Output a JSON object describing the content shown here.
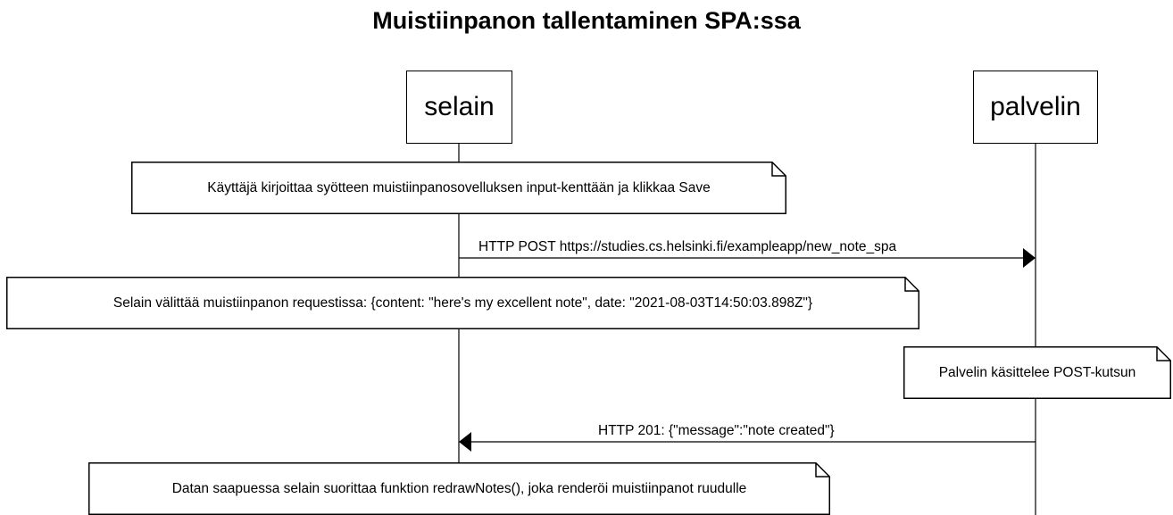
{
  "title": "Muistiinpanon tallentaminen SPA:ssa",
  "participants": [
    {
      "name": "selain"
    },
    {
      "name": "palvelin"
    }
  ],
  "notes": [
    {
      "text": "Käyttäjä kirjoittaa syötteen muistiinpanosovelluksen input-kenttään ja klikkaa Save"
    },
    {
      "text": "Selain välittää muistiinpanon requestissa: {content: \"here's my excellent note\", date: \"2021-08-03T14:50:03.898Z\"}"
    },
    {
      "text": "Palvelin käsittelee POST-kutsun"
    },
    {
      "text": "Datan saapuessa selain suorittaa funktion redrawNotes(), joka renderöi muistiinpanot ruudulle"
    }
  ],
  "messages": [
    {
      "label": "HTTP POST  https://studies.cs.helsinki.fi/exampleapp/new_note_spa",
      "from": "selain",
      "to": "palvelin"
    },
    {
      "label": "HTTP 201: {\"message\":\"note created\"}",
      "from": "palvelin",
      "to": "selain"
    }
  ]
}
